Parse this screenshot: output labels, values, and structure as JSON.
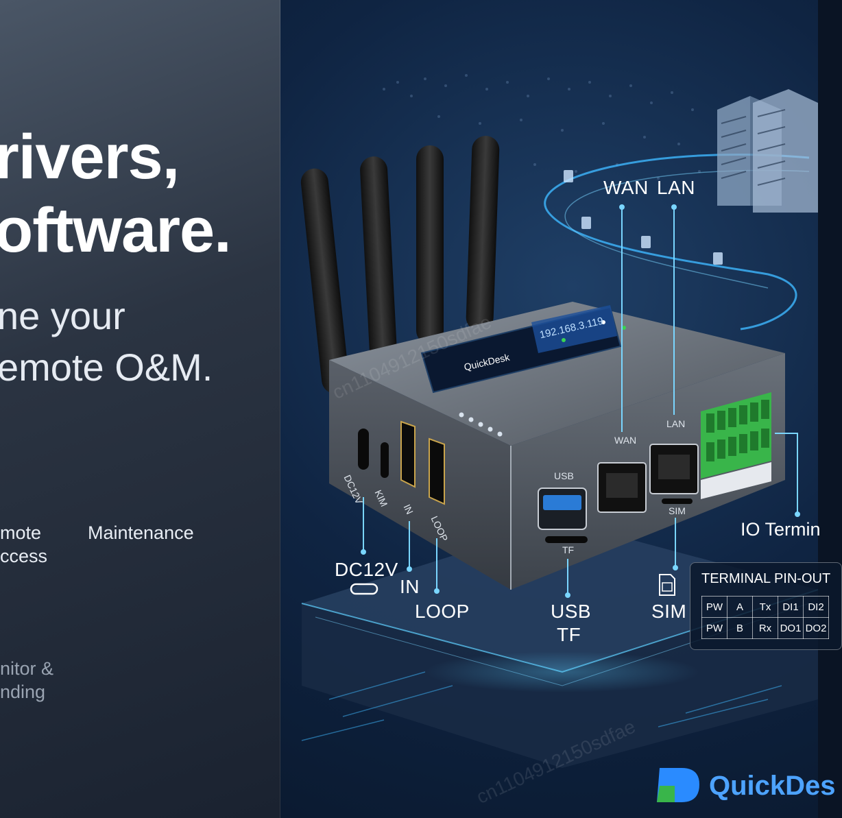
{
  "headline": {
    "line1": "rivers,",
    "line2": "oftware.",
    "line3": "ne your",
    "line4": "emote O&M."
  },
  "features": [
    {
      "icon": "cloud-upload-icon",
      "label_line1": "mote",
      "label_line2": "ccess"
    },
    {
      "icon": "tools-icon",
      "label_line1": "Maintenance",
      "label_line2": ""
    },
    {
      "icon": "monitor-clock-icon",
      "label_line1": "nitor &",
      "label_line2": "nding"
    }
  ],
  "device": {
    "screen_brand": "QuickDesk",
    "screen_ip": "192.168.3.119",
    "port_labels": {
      "dc": "DC12V",
      "kim": "KIM",
      "in": "IN",
      "loop": "LOOP",
      "usb": "USB",
      "tf": "TF",
      "wan": "WAN",
      "lan": "LAN",
      "sim": "SIM"
    }
  },
  "callouts": {
    "wan": "WAN",
    "lan": "LAN",
    "dc12v": "DC12V",
    "in": "IN",
    "loop": "LOOP",
    "usb": "USB",
    "tf": "TF",
    "sim": "SIM",
    "io": "IO Termin"
  },
  "terminal_pinout": {
    "title": "TERMINAL PIN-OUT",
    "rows": [
      [
        "PW",
        "A",
        "Tx",
        "DI1",
        "DI2"
      ],
      [
        "PW",
        "B",
        "Rx",
        "DO1",
        "DO2"
      ]
    ]
  },
  "brand": {
    "name": "QuickDes"
  },
  "watermark": "cn1104912150sdfae",
  "colors": {
    "accent": "#4da3ff",
    "glow": "#3fb8ff",
    "terminal_green": "#39b54a"
  }
}
